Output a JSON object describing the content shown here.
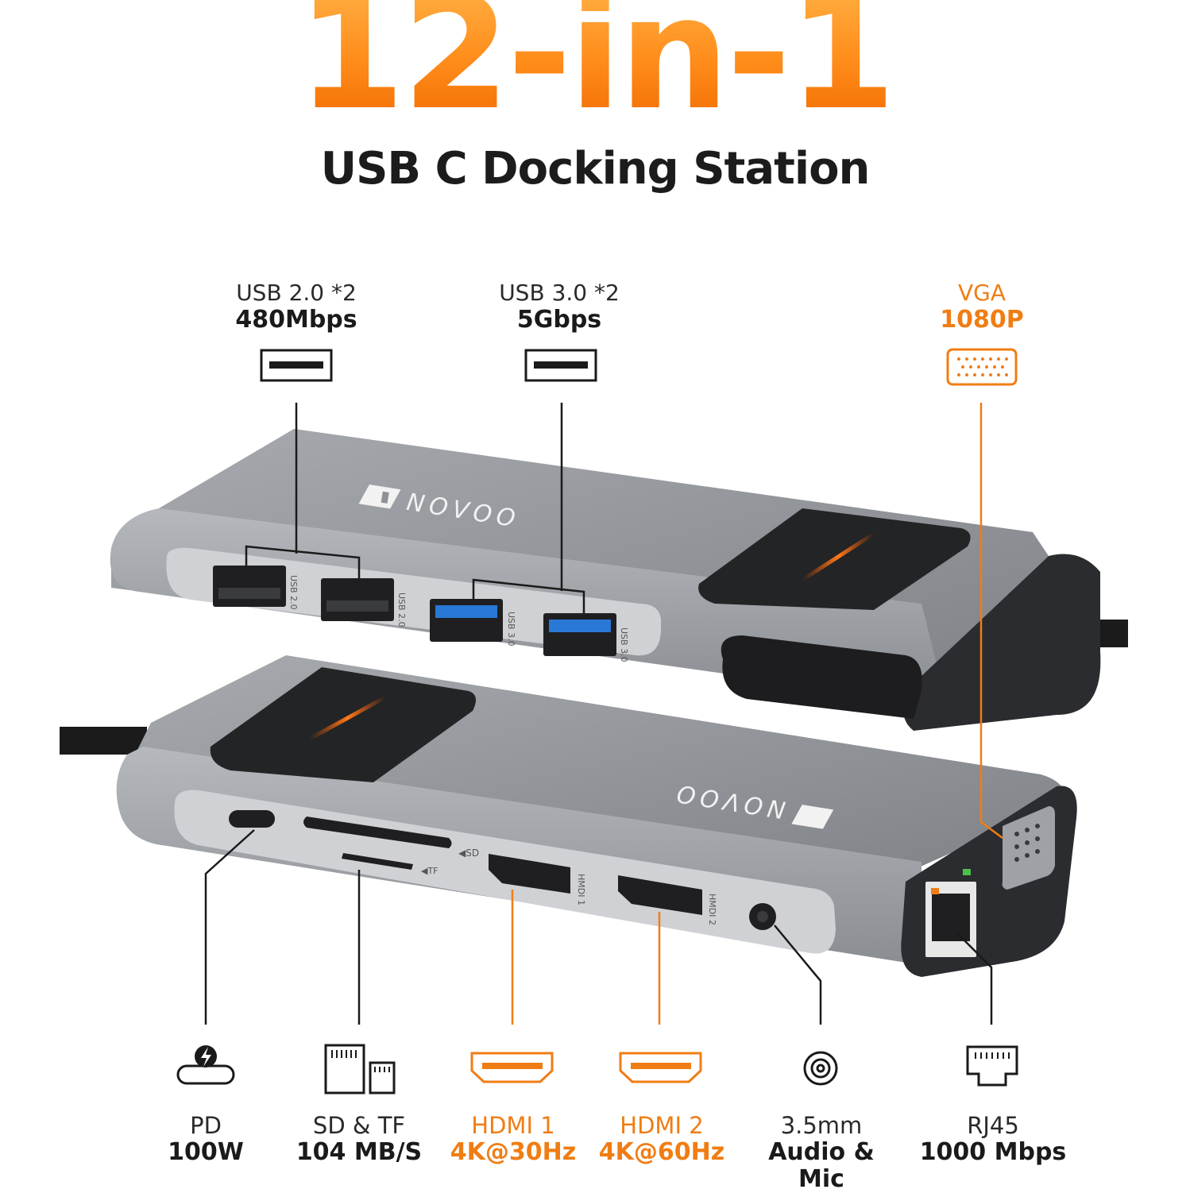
{
  "hero": {
    "title": "12-in-1",
    "subtitle": "USB C Docking Station"
  },
  "brand": "NOVOO",
  "colors": {
    "accent": "#f07d14",
    "hub_body": "#8e9196",
    "hub_dark": "#2b2c2f",
    "usb3_blue": "#2a78d6"
  },
  "top_ports": [
    {
      "line1": "USB 2.0 *2",
      "line2": "480Mbps",
      "icon": "usb-a-icon"
    },
    {
      "line1": "USB 3.0 *2",
      "line2": "5Gbps",
      "icon": "usb-a-icon"
    },
    {
      "line1": "VGA",
      "line2": "1080P",
      "icon": "vga-icon"
    }
  ],
  "port_markings": {
    "usb2": "USB 2.0",
    "usb3": "USB 3.0",
    "sd": "◀SD",
    "tf": "◀TF",
    "hdmi1": "HMDI 1",
    "hdmi2": "HMDI 2"
  },
  "bottom_ports": [
    {
      "line1": "PD",
      "line2": "100W",
      "icon": "pd-charging-icon"
    },
    {
      "line1": "SD & TF",
      "line2": "104 MB/S",
      "icon": "sd-tf-card-icon"
    },
    {
      "line1": "HDMI 1",
      "line2": "4K@30Hz",
      "icon": "hdmi-icon"
    },
    {
      "line1": "HDMI 2",
      "line2": "4K@60Hz",
      "icon": "hdmi-icon"
    },
    {
      "line1": "3.5mm",
      "line2": "Audio &",
      "line3": "Mic",
      "icon": "audio-jack-icon"
    },
    {
      "line1": "RJ45",
      "line2": "1000 Mbps",
      "icon": "ethernet-icon"
    }
  ]
}
